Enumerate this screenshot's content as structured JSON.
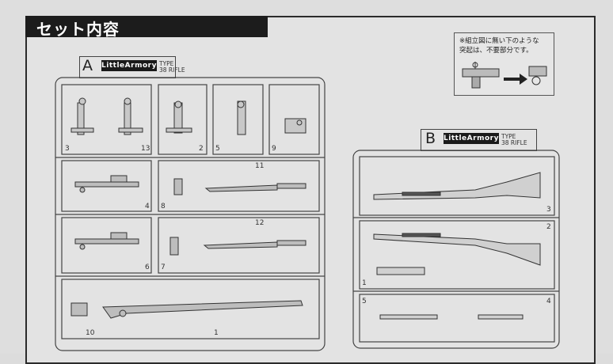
{
  "header": {
    "title": "セット内容"
  },
  "note": {
    "line1": "※組立図に無い下のような",
    "line2": "突起は、不要部分です。"
  },
  "sprue_a": {
    "letter": "A",
    "logo": "LittleArmory",
    "type_line1": "TYPE",
    "type_line2": "38 RIFLE",
    "numbers": [
      "3",
      "13",
      "2",
      "5",
      "9",
      "4",
      "11",
      "8",
      "6",
      "12",
      "7",
      "10",
      "1"
    ]
  },
  "sprue_b": {
    "letter": "B",
    "logo": "LittleArmory",
    "type_line1": "TYPE",
    "type_line2": "38 RIFLE",
    "numbers": [
      "3",
      "2",
      "1",
      "5",
      "4"
    ]
  }
}
